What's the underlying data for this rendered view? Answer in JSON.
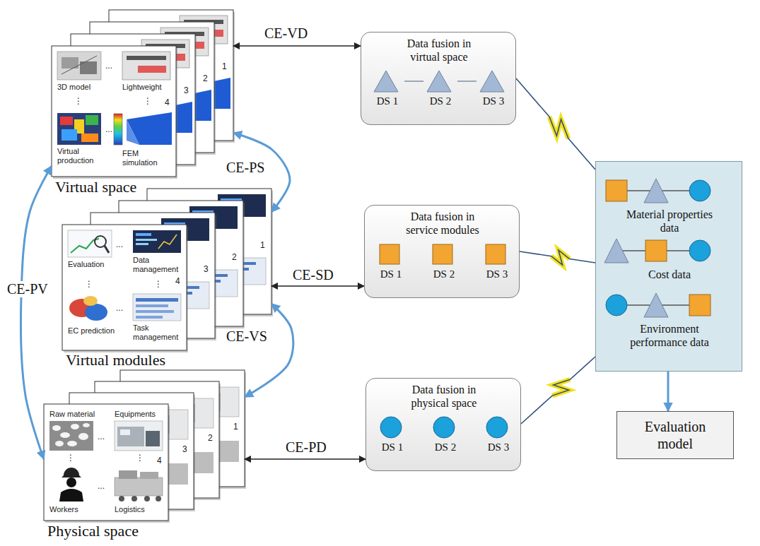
{
  "diagram": {
    "nodes": [
      {
        "text": [
          "Virtual space",
          "3D model",
          "Lightweight",
          "Virtual production",
          "FEM simulation",
          "4"
        ]
      },
      {
        "text": [
          "Data fusion in virtual space"
        ]
      },
      {
        "text": [
          "DS 1"
        ],
        "in": 1
      },
      {
        "text": [
          "DS 2"
        ],
        "in": 1
      },
      {
        "text": [
          "DS 3"
        ],
        "in": 1
      },
      {
        "text": [
          "Virtual modules",
          "Evaluation",
          "Data management",
          "EC prediction",
          "Task management",
          "4"
        ]
      },
      {
        "text": [
          "Data fusion in service modules"
        ]
      },
      {
        "text": [
          "DS 1"
        ],
        "in": 6
      },
      {
        "text": [
          "DS 2"
        ],
        "in": 6
      },
      {
        "text": [
          "DS 3"
        ],
        "in": 6
      },
      {
        "text": [
          "Physical space",
          "Raw material",
          "Equipments",
          "Workers",
          "Logistics",
          "4"
        ]
      },
      {
        "text": [
          "Data fusion in physical space"
        ]
      },
      {
        "text": [
          "DS 1"
        ],
        "in": 11
      },
      {
        "text": [
          "DS 2"
        ],
        "in": 11
      },
      {
        "text": [
          "DS 3"
        ],
        "in": 11
      },
      {
        "text": [
          "Material properties data",
          "Cost data",
          "Environment performance data"
        ]
      },
      {
        "text": [
          "Evaluation model"
        ]
      }
    ],
    "edges": [
      {
        "from": 0,
        "to": 1,
        "label": "CE-VD",
        "arrow": "both"
      },
      {
        "from": 0,
        "to": 5,
        "label": "CE-PS",
        "arrow": "both"
      },
      {
        "from": 5,
        "to": 10,
        "label": "CE-VS",
        "arrow": "both"
      },
      {
        "from": 0,
        "to": 10,
        "label": "CE-PV",
        "arrow": "both"
      },
      {
        "from": 5,
        "to": 6,
        "label": "CE-SD",
        "arrow": "both"
      },
      {
        "from": 10,
        "to": 11,
        "label": "CE-PD",
        "arrow": "both"
      },
      {
        "from": 2,
        "to": 3,
        "arrow": "none"
      },
      {
        "from": 3,
        "to": 4,
        "arrow": "none"
      },
      {
        "from": 1,
        "to": 15,
        "arrow": "none"
      },
      {
        "from": 6,
        "to": 15,
        "arrow": "none"
      },
      {
        "from": 11,
        "to": 15,
        "arrow": "none"
      },
      {
        "from": 15,
        "to": 16,
        "arrow": "to"
      }
    ],
    "labels": [
      "...",
      "...",
      "⋮",
      "⋮",
      "3",
      "2",
      "1",
      "...",
      "...",
      "⋮",
      "⋮",
      "3",
      "2",
      "1",
      "...",
      "...",
      "⋮",
      "⋮",
      "3",
      "2",
      "1"
    ]
  }
}
